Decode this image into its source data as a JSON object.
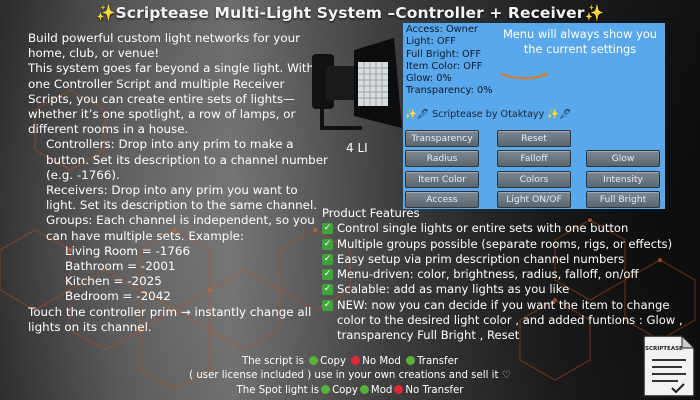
{
  "title": "✨Scriptease Multi-Light System –Controller + Receiver✨",
  "intro": {
    "p1": "Build powerful custom light networks for your home, club, or venue!",
    "p2": "This system goes far beyond a single light. With one Controller Script and multiple Receiver Scripts, you can create entire sets of lights—whether it’s one spotlight, a row of lamps, or different rooms in a house.",
    "controllers": "Controllers: Drop into any prim to make a button. Set its description to a channel number (e.g. -1766).",
    "receivers": "Receivers: Drop into any prim you want to light. Set its description to the same channel.",
    "groups": "Groups: Each channel is independent, so you can have multiple sets. Example:",
    "examples": [
      "Living Room = -1766",
      "Bathroom = -2001",
      "Kitchen = -2025",
      "Bedroom = -2042"
    ],
    "closing": "Touch the controller prim → instantly change all lights on its channel."
  },
  "lamp_label": "4 LI",
  "menu": {
    "status": [
      "Access: Owner",
      "Light: OFF",
      "Full Bright: OFF",
      "Item Color: OFF",
      "Glow: 0%",
      "Transparency: 0%"
    ],
    "note": "Menu will always show you the current settings",
    "credit": "✨🖋 Scriptease by Otaktayy ✨🖋",
    "buttons": [
      "Transparency",
      "Reset",
      "Radius",
      "Falloff",
      "Glow",
      "Item Color",
      "Colors",
      "Intensity",
      "Access",
      "Light ON/OF",
      "Full Bright"
    ]
  },
  "features": {
    "heading": "Product Features",
    "items": [
      "Control single lights or entire sets with one button",
      "Multiple groups possible (separate rooms, rigs, or effects)",
      "Easy setup via prim description channel numbers",
      "Menu-driven: color, brightness, radius, falloff, on/off",
      "Scalable: add as many lights as you like",
      "NEW: now you can decide if you want the item to change color to the desired light color , and added funtions : Glow , transparency Full Bright , Reset"
    ]
  },
  "footer": {
    "l1_a": "The script is",
    "l1_b": "Copy",
    "l1_c": "No Mod",
    "l1_d": "Transfer",
    "l2": "( user license included ) use in your own creations and sell it",
    "l3_a": "The Spot light is",
    "l3_b": "Copy",
    "l3_c": "Mod",
    "l3_d": "No Transfer"
  },
  "logo_text": "SCRIPTEASE",
  "colors": {
    "panel": "#59a8ec",
    "check": "#3fa43a",
    "green_dot": "#58b23a",
    "red_dot": "#e0273c",
    "hex_lines": "#c24a1e"
  },
  "icons": [
    "sparkle-icon",
    "spotlight-icon",
    "check-icon",
    "green-dot-icon",
    "red-dot-icon",
    "heart-icon",
    "scriptease-logo"
  ]
}
